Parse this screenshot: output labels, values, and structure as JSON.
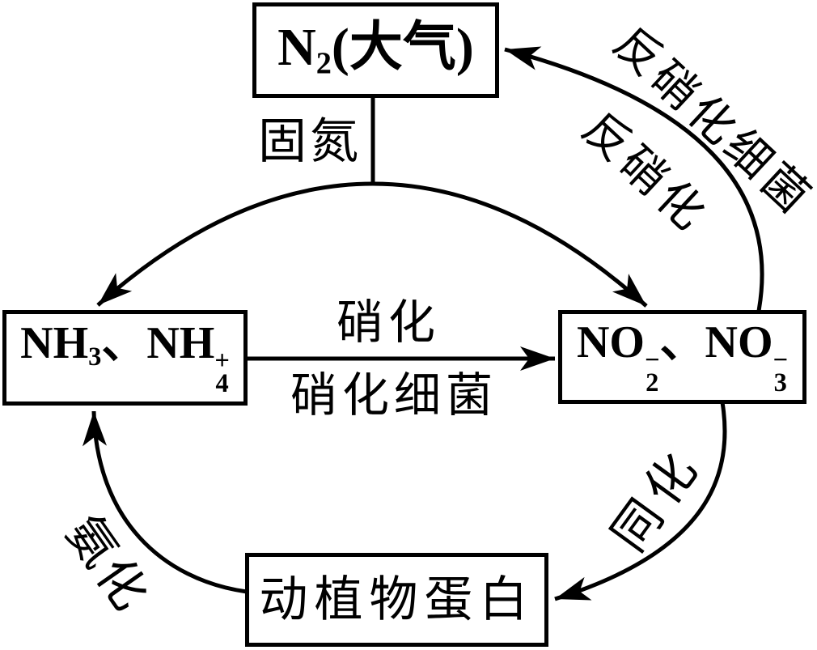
{
  "colors": {
    "ink": "#000000",
    "background": "#ffffff"
  },
  "nodes": {
    "atmosphere": {
      "base": "N",
      "sub": "2",
      "suffix": "(大气)"
    },
    "ammonium": {
      "b1": "NH",
      "s1": "3",
      "sep": "、",
      "b2": "NH",
      "sup2": "+",
      "sub2": "4"
    },
    "nitrate": {
      "b1": "NO",
      "sup1": "−",
      "sub1": "2",
      "sep": "、",
      "b2": "NO",
      "sup2": "−",
      "sub2": "3"
    },
    "protein": {
      "label": "动植物蛋白"
    }
  },
  "edges": {
    "fixation": {
      "label": "固氮"
    },
    "nitrification": {
      "label": "硝化",
      "agent": "硝化细菌"
    },
    "denitrification": {
      "label": "反硝化",
      "agent": "反硝化细菌"
    },
    "assimilation": {
      "label": "同化"
    },
    "ammonification": {
      "label": "氨化"
    }
  }
}
